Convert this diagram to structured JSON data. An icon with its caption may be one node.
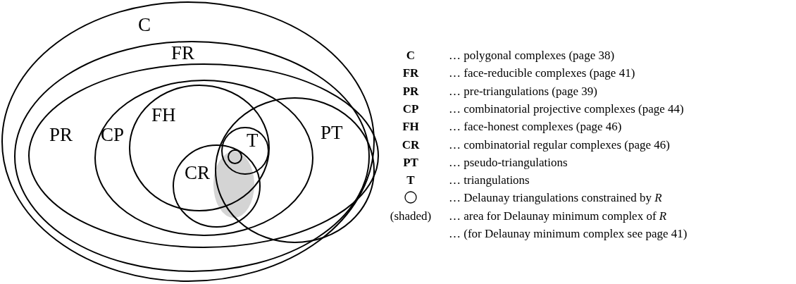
{
  "diagram": {
    "nodes": [
      {
        "text": [
          "C"
        ]
      },
      {
        "text": [
          "FR"
        ],
        "in": 0
      },
      {
        "text": [
          "PR"
        ],
        "in": 1
      },
      {
        "text": [
          "CP"
        ],
        "in": 2
      },
      {
        "text": [
          "FH"
        ],
        "in": 3
      },
      {
        "text": [
          "T"
        ]
      },
      {
        "text": [],
        "shape": "circle"
      },
      {
        "text": [
          "CR"
        ],
        "in": 3
      },
      {
        "text": [],
        "shape": "blob"
      },
      {
        "text": [
          "PT"
        ],
        "in": 2
      }
    ],
    "labels": [
      "C",
      "… polygonal complexes (page 38)",
      "FR",
      "… face-reducible complexes (page 41)",
      "PR",
      "… pre-triangulations (page 39)",
      "CP",
      "… combinatorial projective complexes (page 44)",
      "FH",
      "… face-honest complexes (page 46)",
      "CR",
      "… combinatorial regular complexes (page 46)",
      "PT",
      "… pseudo-triangulations",
      "T",
      "… triangulations",
      "… Delaunay triangulations constrained by *R*",
      "(shaded)",
      "… area for Delaunay minimum complex of *R*",
      "… (for Delaunay minimum complex see page 41)"
    ]
  }
}
